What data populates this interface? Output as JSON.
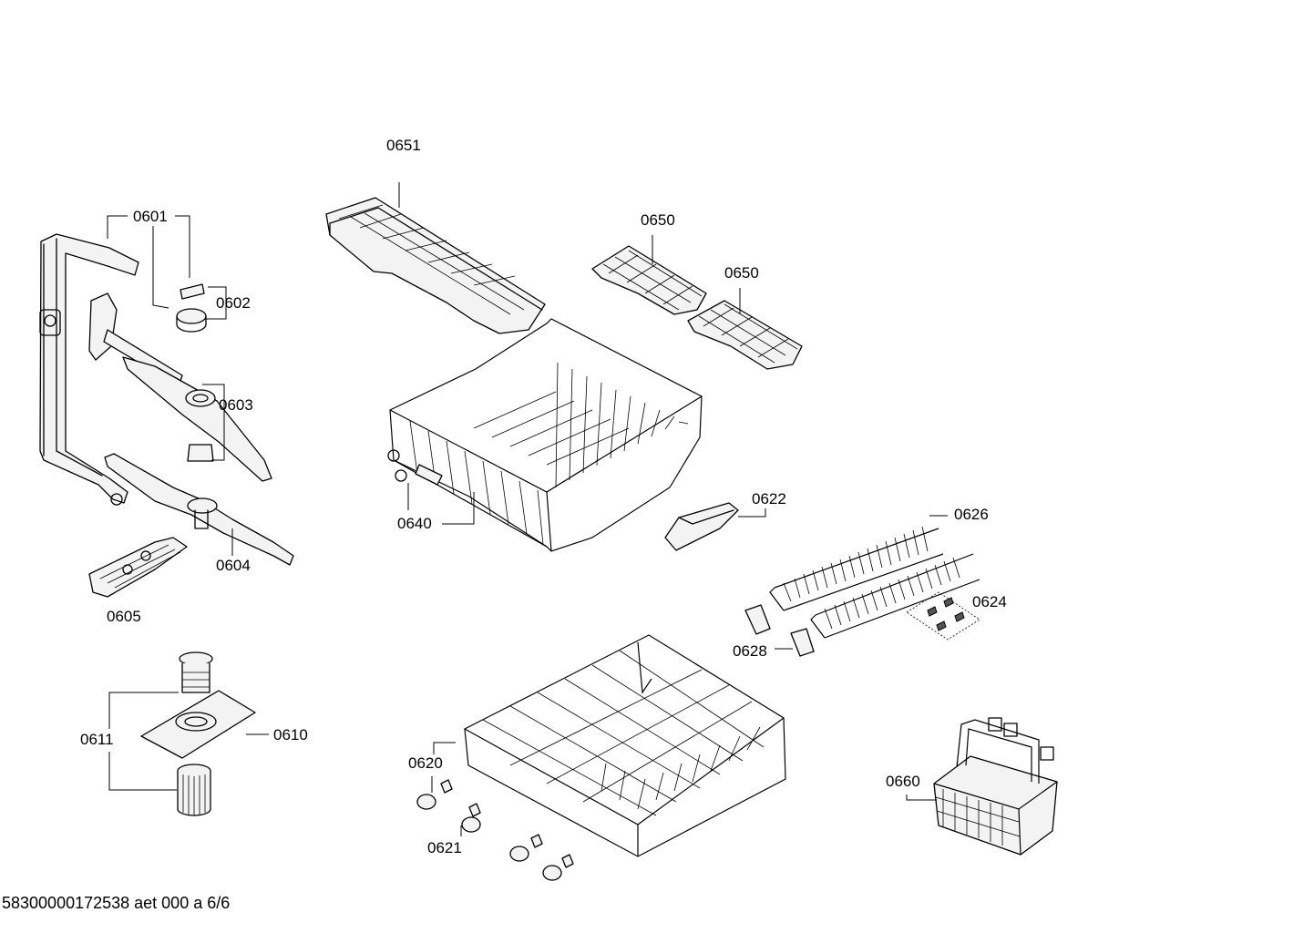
{
  "labels": {
    "p0651": "0651",
    "p0601": "0601",
    "p0602": "0602",
    "p0603": "0603",
    "p0604": "0604",
    "p0605": "0605",
    "p0650a": "0650",
    "p0650b": "0650",
    "p0640": "0640",
    "p0622": "0622",
    "p0626": "0626",
    "p0624": "0624",
    "p0628": "0628",
    "p0611": "0611",
    "p0610": "0610",
    "p0620": "0620",
    "p0621": "0621",
    "p0660": "0660"
  },
  "footer": {
    "code": "58300000172538 aet 000 a 6/6"
  }
}
